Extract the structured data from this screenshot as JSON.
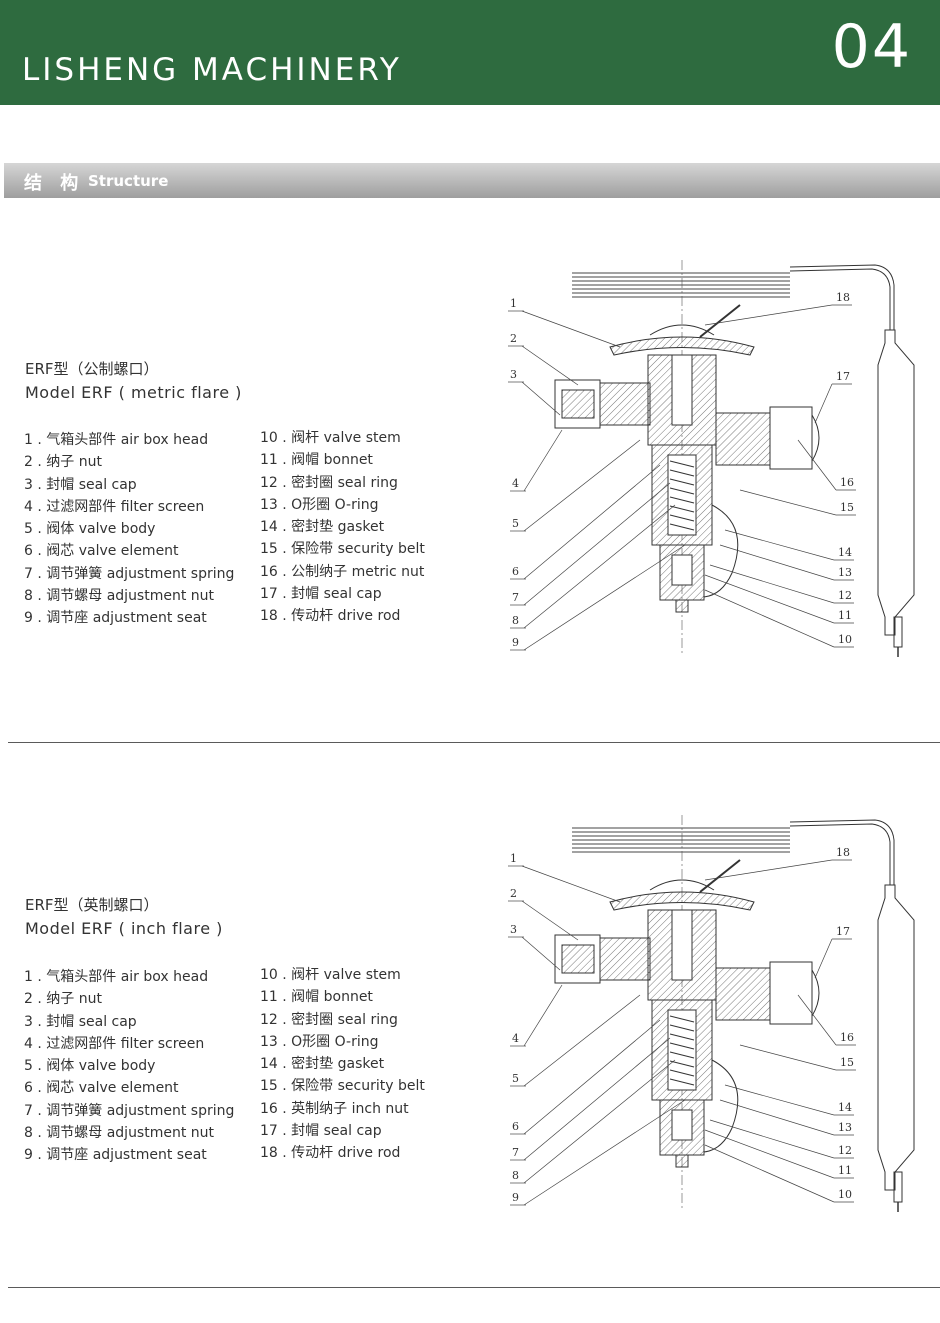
{
  "header": {
    "brand": "LISHENG MACHINERY",
    "page_number": "04",
    "brand_color": "#2e6b3f"
  },
  "section": {
    "title_cn": "结 构",
    "title_en": "Structure"
  },
  "panels": [
    {
      "model_cn": "ERF型（公制螺口）",
      "model_en": "Model ERF ( metric flare )",
      "parts_left": [
        "1 . 气箱头部件 air box head",
        "2 . 纳子 nut",
        "3 . 封帽 seal cap",
        "4 . 过滤网部件 filter screen",
        "5 . 阀体 valve body",
        "6 . 阀芯 valve element",
        "7 . 调节弹簧 adjustment spring",
        "8 . 调节螺母 adjustment nut",
        "9 . 调节座 adjustment seat"
      ],
      "parts_right": [
        "10 . 阀杆 valve stem",
        "11 . 阀帽 bonnet",
        "12 . 密封圈 seal ring",
        "13 . O形圈 O-ring",
        "14 . 密封垫 gasket",
        "15 . 保险带 security belt",
        "16 . 公制纳子 metric nut",
        "17 . 封帽 seal cap",
        "18 . 传动杆 drive rod"
      ],
      "callouts": [
        "1",
        "2",
        "3",
        "4",
        "5",
        "6",
        "7",
        "8",
        "9",
        "10",
        "11",
        "12",
        "13",
        "14",
        "15",
        "16",
        "17",
        "18"
      ]
    },
    {
      "model_cn": "ERF型（英制螺口）",
      "model_en": "Model ERF ( inch flare )",
      "parts_left": [
        "1 . 气箱头部件 air box head",
        "2 . 纳子 nut",
        "3 . 封帽 seal cap",
        "4 . 过滤网部件 filter screen",
        "5 . 阀体 valve body",
        "6 . 阀芯 valve element",
        "7 . 调节弹簧 adjustment spring",
        "8 . 调节螺母 adjustment nut",
        "9 . 调节座 adjustment seat"
      ],
      "parts_right": [
        "10 . 阀杆 valve stem",
        "11 . 阀帽 bonnet",
        "12 . 密封圈 seal ring",
        "13 . O形圈 O-ring",
        "14 . 密封垫 gasket",
        "15 . 保险带 security belt",
        "16 . 英制纳子 inch nut",
        "17 . 封帽 seal cap",
        "18 . 传动杆 drive rod"
      ],
      "callouts": [
        "1",
        "2",
        "3",
        "4",
        "5",
        "6",
        "7",
        "8",
        "9",
        "10",
        "11",
        "12",
        "13",
        "14",
        "15",
        "16",
        "17",
        "18"
      ]
    }
  ]
}
